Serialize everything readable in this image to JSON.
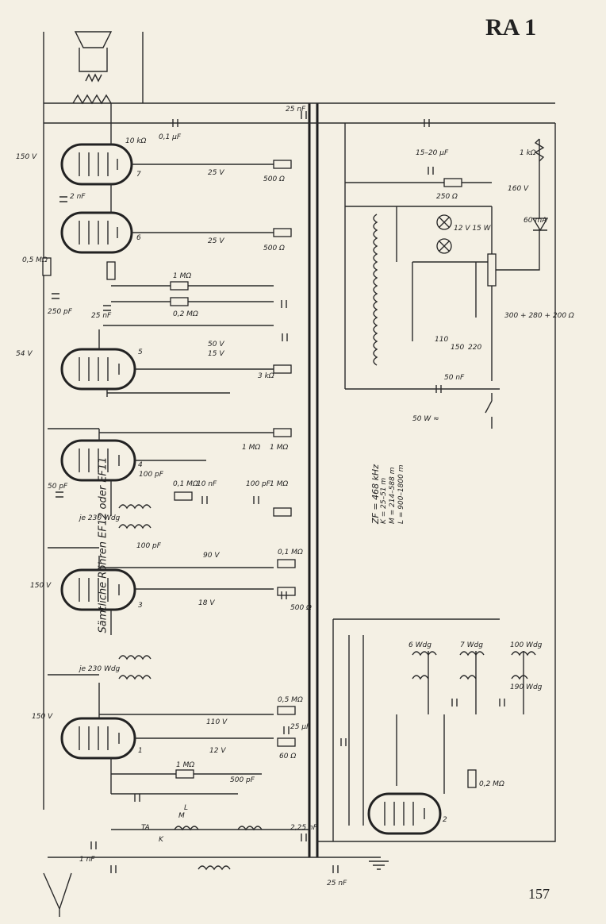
{
  "header": {
    "model": "RA 1",
    "page": "157"
  },
  "note": "Sämtliche Röhren EF12 oder EF11",
  "frequencies": {
    "zf": "ZF = 468 kHz",
    "k": "K = 25–51 m",
    "m": "M = 214–588 m",
    "l": "L = 900–1800 m"
  },
  "labels": {
    "v150a": "150 V",
    "v150b": "150 V",
    "v150c": "150 V",
    "v54": "54 V",
    "v25a": "25 V",
    "v25b": "25 V",
    "v50": "50 V",
    "v15": "15 V",
    "v90": "90 V",
    "v18": "18 V",
    "v110": "110 V",
    "v12": "12 V",
    "v160": "160 V",
    "r10k": "10 kΩ",
    "r500a": "500 Ω",
    "r500b": "500 Ω",
    "r05m": "0,5 MΩ",
    "r1ma": "1 MΩ",
    "r02m": "0,2 MΩ",
    "r3k": "3 kΩ",
    "r1mb": "1 MΩ",
    "r1mc": "1 MΩ",
    "r1md": "1 MΩ",
    "r01a": "0,1 MΩ",
    "r01b": "0,1 MΩ",
    "r500c": "500 Ω",
    "r05b": "0,5 MΩ",
    "r60": "60 Ω",
    "r1me": "1 MΩ",
    "r02b": "0,2 MΩ",
    "r250": "250 Ω",
    "r1k": "1 kΩ",
    "c2n": "2 nF",
    "c250p": "250 pF",
    "c25n": "25 nF",
    "c01": "0,1 µF",
    "c50p": "50 pF",
    "c100pa": "100 pF",
    "c100pb": "100 pF",
    "c10n": "10 nF",
    "c100pc": "100 pF",
    "c25u": "25 µF",
    "c500p": "500 pF",
    "c225n": "2,25 nF",
    "c1n": "1 nF",
    "c25nb": "25 nF",
    "c50n": "50 nF",
    "c1520": "15–20 µF",
    "c25top": "25 nF",
    "coil1": "je 230 Wdg",
    "coil2": "je 230 Wdg",
    "tube1": "1",
    "tube2": "2",
    "tube3": "3",
    "tube4": "4",
    "tube5": "5",
    "tube6": "6",
    "tube7": "7",
    "sw_ta": "TA",
    "sw_k": "K",
    "sw_m": "M",
    "sw_l": "L",
    "lamp": "12 V 15 W",
    "diode": "60 mA",
    "mains": "50 W ≈",
    "taps": "300 + 280 + 200 Ω",
    "v110t": "110",
    "v150t": "150",
    "v220t": "220",
    "w1": "6 Wdg",
    "w2": "7 Wdg",
    "w3": "100 Wdg",
    "w4": "190 Wdg"
  }
}
